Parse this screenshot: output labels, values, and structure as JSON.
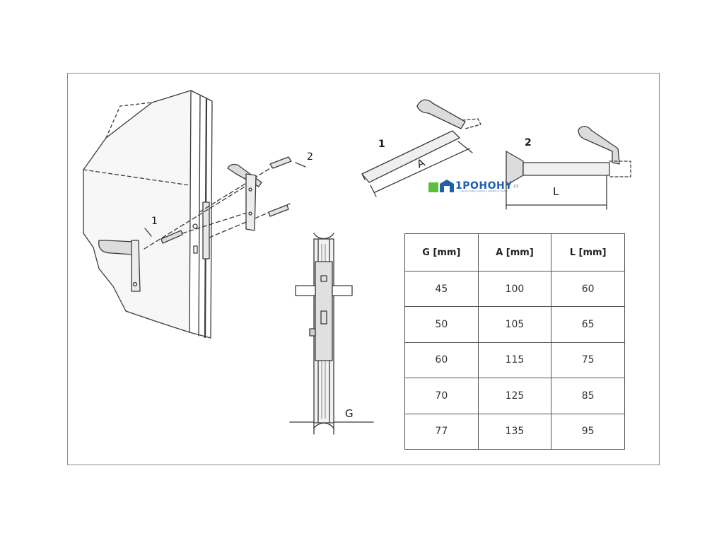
{
  "figure": {
    "callouts": {
      "screw": "1",
      "handle": "2"
    },
    "profile_dimension": "G",
    "screw_dimension": "A",
    "pin_dimension": "L",
    "detail_labels": {
      "screw": "1",
      "pin": "2"
    }
  },
  "logo": {
    "name": "1POHOHY",
    "tld": ".cz",
    "tagline": "| vše pro brány | pohony | ovládání | | dveře |"
  },
  "table": {
    "headers": [
      "G [mm]",
      "A [mm]",
      "L [mm]"
    ],
    "rows": [
      [
        "45",
        "100",
        "60"
      ],
      [
        "50",
        "105",
        "65"
      ],
      [
        "60",
        "115",
        "75"
      ],
      [
        "70",
        "125",
        "85"
      ],
      [
        "77",
        "135",
        "95"
      ]
    ]
  },
  "colors": {
    "line": "#3a3a3a",
    "logo_blue": "#1f5fb0",
    "logo_green": "#5cbf3a"
  }
}
